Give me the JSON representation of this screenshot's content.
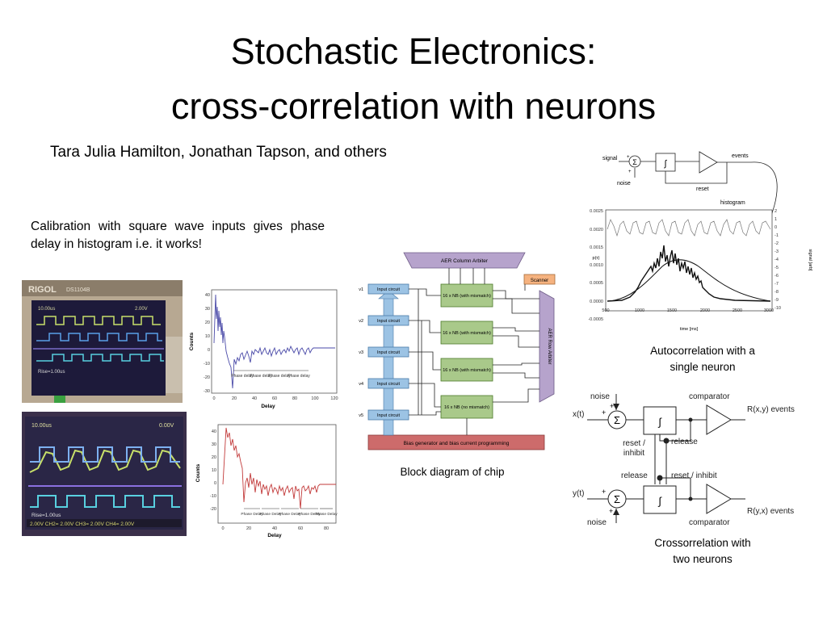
{
  "slide": {
    "title_line1": "Stochastic Electronics:",
    "title_line2": "cross-correlation with neurons",
    "authors": "Tara Julia Hamilton, Jonathan Tapson, and others",
    "calibration_text": "Calibration with square wave inputs gives phase delay in histogram i.e. it works!"
  },
  "captions": {
    "block_diagram": "Block diagram of chip",
    "autocorrelation_line1": "Autocorrelation with a",
    "autocorrelation_line2": "single neuron",
    "crosscorrelation_line1": "Crossorrelation with",
    "crosscorrelation_line2": "two neurons"
  },
  "scopes": {
    "top": {
      "brand": "RIGOL",
      "model": "DS1104B",
      "timebase": "10.00us",
      "rise": "Rise=1.00us",
      "ch_readout": "2.00V"
    },
    "bottom": {
      "timebase": "10.00us",
      "rise": "Rise=1.00us",
      "ch_readout": "0.00V",
      "bar": "2.00V  CH2= 2.00V  CH3= 2.00V  CH4= 2.00V"
    }
  },
  "hist_top": {
    "ylabel": "Counts",
    "xlabel": "Delay",
    "yticks": [
      "40",
      "30",
      "20",
      "10",
      "0",
      "-10",
      "-20",
      "-30"
    ],
    "xticks": [
      "0",
      "20",
      "40",
      "60",
      "80",
      "100",
      "120"
    ],
    "phase_labels": [
      "Phase delay",
      "Phase delay",
      "Phase delay",
      "Phase delay"
    ]
  },
  "hist_bottom": {
    "ylabel": "Counts",
    "xlabel": "Delay",
    "yticks": [
      "40",
      "30",
      "20",
      "10",
      "0",
      "-10",
      "-20"
    ],
    "xticks": [
      "0",
      "20",
      "40",
      "60",
      "80"
    ],
    "phase_labels": [
      "Phase Delay",
      "Phase Delay",
      "Phase Delay",
      "Phase Delay",
      "Phase Delay"
    ]
  },
  "block": {
    "column_arbiter": "AER Column Arbiter",
    "row_arbiter": "AER Row Arbiter",
    "scanner": "Scanner",
    "bias": "Bias generator and bias current programming",
    "inputs": [
      "v1",
      "v2",
      "v3",
      "v4",
      "v5"
    ],
    "input_circuit": "Input circuit",
    "nb_blocks": [
      "16 x NB (with mismatch)",
      "16 x NB (with mismatch)",
      "16 x NB (with mismatch)",
      "16 x NB (no mismatch)"
    ]
  },
  "auto": {
    "signal": "signal",
    "noise": "noise",
    "events": "events",
    "reset": "reset",
    "histogram": "histogram",
    "left_ticks": [
      "0.0025",
      "0.0020",
      "0.0015",
      "0.0010",
      "0.0005",
      "0.0000",
      "-0.0005"
    ],
    "p_label": "p(τ)",
    "right_ticks": [
      "2",
      "1",
      "0",
      "-1",
      "-2",
      "-3",
      "-4",
      "-5",
      "-6",
      "-7",
      "-8",
      "-9",
      "-10"
    ],
    "right_label": "signal [arb]",
    "xticks": [
      "500",
      "1000",
      "1500",
      "2000",
      "2500",
      "3000"
    ],
    "xlabel": "time [ms]"
  },
  "cross": {
    "noise_top": "noise",
    "noise_bottom": "noise",
    "xt": "x(t)",
    "yt": "y(t)",
    "comparator_top": "comparator",
    "comparator_bottom": "comparator",
    "out_top": "R(x,y) events",
    "out_bottom": "R(y,x) events",
    "reset_inhibit_left": "reset / inhibit",
    "release_top": "release",
    "release_left": "release",
    "reset_inhibit_right": "reset / inhibit"
  },
  "colors": {
    "hist_top": "#4a4aa8",
    "hist_bottom": "#c23a3a",
    "nb_fill": "#a9c98a",
    "input_fill": "#9cc3e4",
    "arbiter_fill": "#b6a3cc",
    "bias_fill": "#cd6b6b",
    "scanner_fill": "#f5b27f"
  }
}
